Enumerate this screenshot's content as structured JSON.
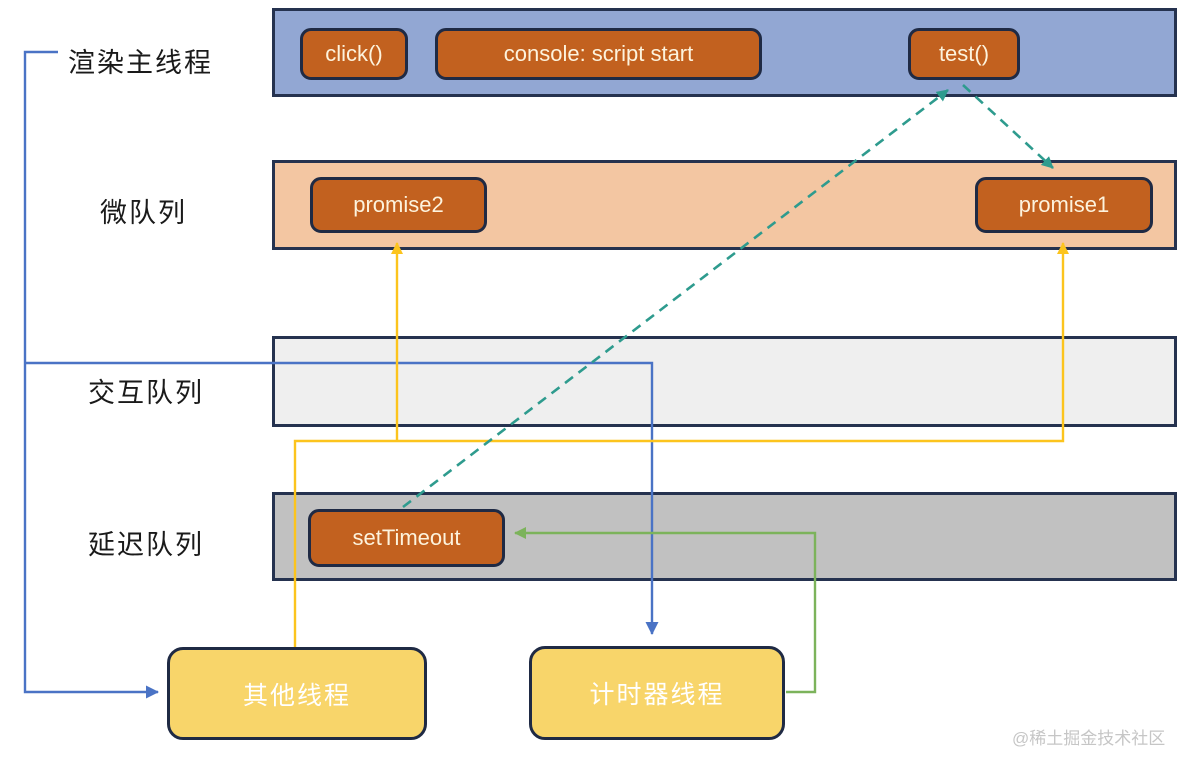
{
  "diagram": {
    "lane_labels": {
      "render_main_thread": "渲染主线程",
      "micro_queue": "微队列",
      "interaction_queue": "交互队列",
      "delay_queue": "延迟队列"
    },
    "tasks": {
      "click": "click()",
      "console_script_start": "console: script start",
      "test": "test()",
      "promise2": "promise2",
      "promise1": "promise1",
      "settimeout": "setTimeout"
    },
    "threads": {
      "other": "其他线程",
      "timer": "计时器线程"
    },
    "colors": {
      "lane_render_fill": "#92a7d3",
      "lane_micro_fill": "#f3c6a2",
      "lane_interaction_fill": "#efefef",
      "lane_delay_fill": "#c1c1c1",
      "task_fill": "#c2611f",
      "task_text": "#fdf3dd",
      "thread_fill": "#f8d56a",
      "border_navy": "#25324f",
      "arrow_blue": "#4a73c5",
      "arrow_yellow": "#fcc41d",
      "arrow_green": "#7cb35b",
      "arrow_teal": "#2e9b8e",
      "watermark_gray": "#c6c6c6"
    }
  },
  "watermark": "@稀土掘金技术社区"
}
